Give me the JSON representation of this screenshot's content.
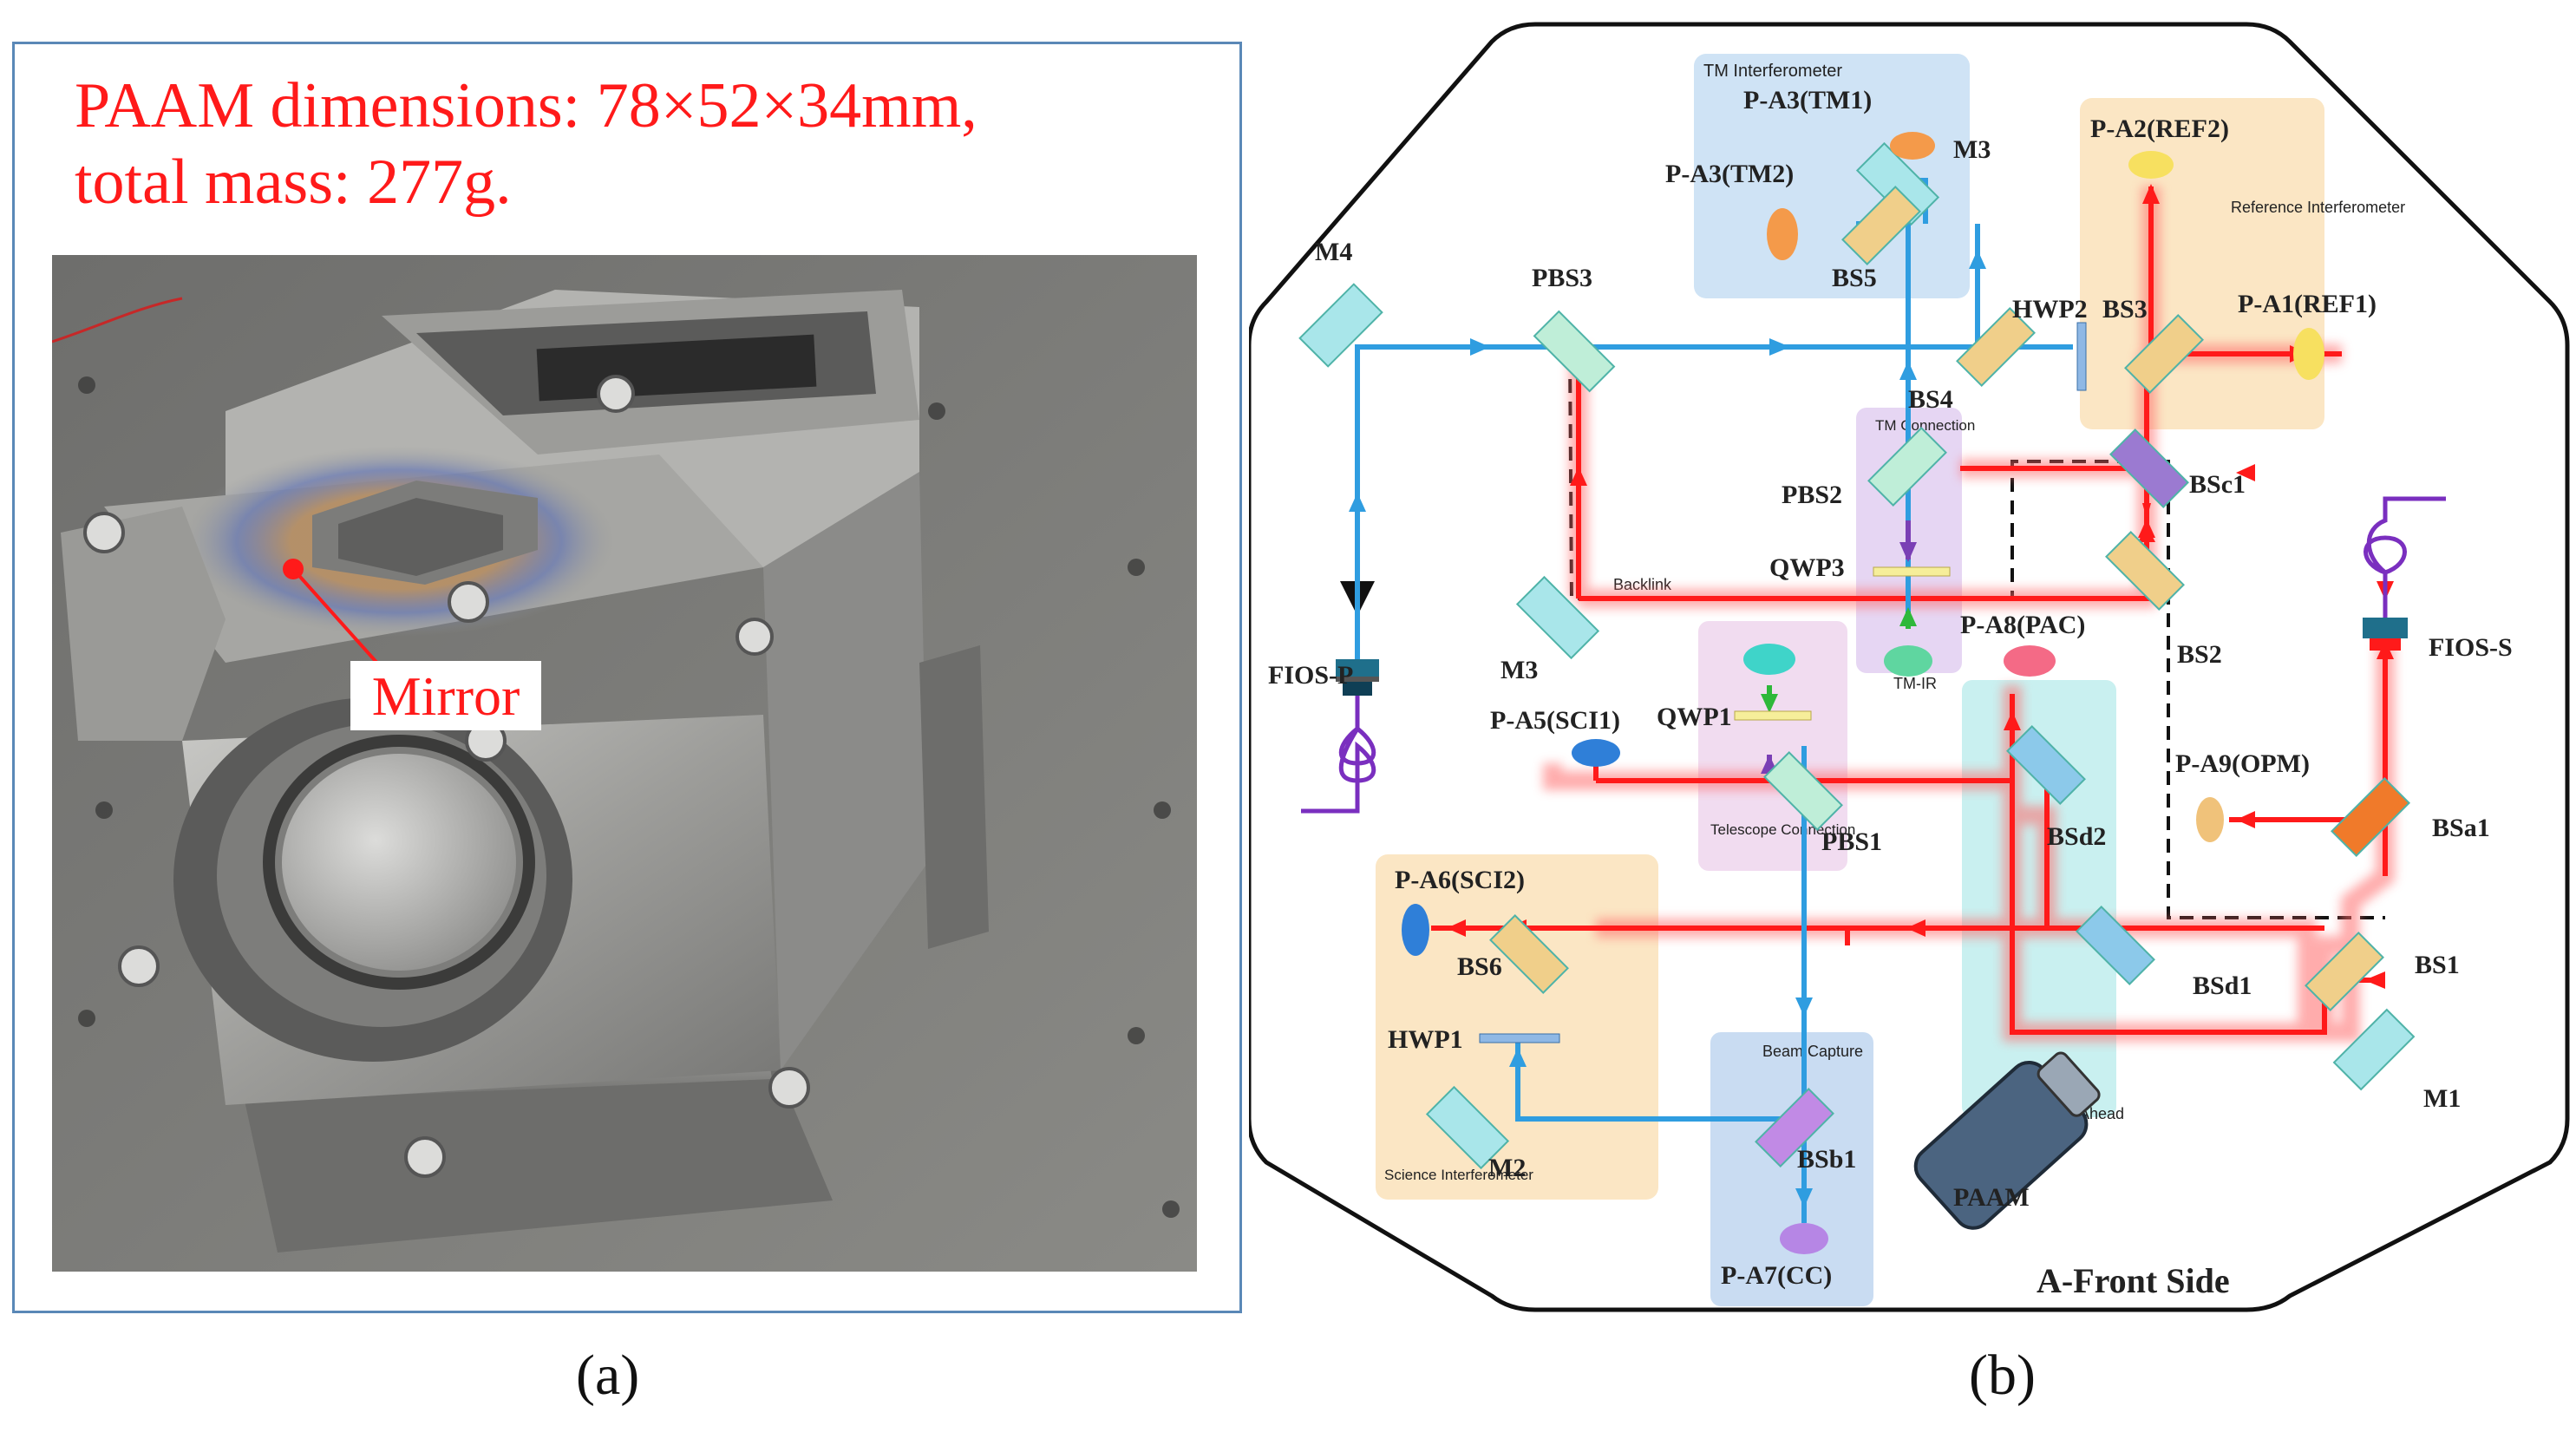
{
  "panel_a": {
    "title_line1": "PAAM dimensions: 78×52×34mm,",
    "title_line2": "total mass: 277g.",
    "mirror_label": "Mirror",
    "caption": "(a)"
  },
  "panel_b": {
    "caption": "(b)",
    "side_label": "A-Front Side",
    "regions": {
      "tm_interferometer": "TM Interferometer",
      "reference_interferometer": "Reference Interferometer",
      "tm_connection": "TM Connection",
      "telescope_connection": "Telescope Connection",
      "science_interferometer": "Science Interferometer",
      "beam_capture": "Beam Capture",
      "point_ahead": "Point-Ahead",
      "backlink": "Backlink"
    },
    "labels": {
      "pa3_tm1": "P-A3(TM1)",
      "pa3_tm2": "P-A3(TM2)",
      "m3_top": "M3",
      "bs5": "BS5",
      "pa2_ref2": "P-A2(REF2)",
      "pa1_ref1": "P-A1(REF1)",
      "hwp2": "HWP2",
      "bs3": "BS3",
      "bs4": "BS4",
      "m4": "M4",
      "pbs3": "PBS3",
      "pbs2": "PBS2",
      "bsc1": "BSc1",
      "qwp3": "QWP3",
      "bs2": "BS2",
      "fios_s": "FIOS-S",
      "fios_p": "FIOS-P",
      "m3_left": "M3",
      "tm_ir": "TM-IR",
      "pa8_pac": "P-A8(PAC)",
      "pa5_sci1": "P-A5(SCI1)",
      "qwp1": "QWP1",
      "pbs1": "PBS1",
      "bsd2": "BSd2",
      "pa9_opm": "P-A9(OPM)",
      "bsa1": "BSa1",
      "pa6_sci2": "P-A6(SCI2)",
      "bs6": "BS6",
      "bsd1": "BSd1",
      "bs1": "BS1",
      "hwp1": "HWP1",
      "m1": "M1",
      "m2": "M2",
      "bsb1": "BSb1",
      "paam": "PAAM",
      "pa7_cc": "P-A7(CC)"
    },
    "colors": {
      "red_beam": "#ff1a1a",
      "blue_beam": "#2f9de0",
      "tm_box": "#cfe3f5",
      "ref_box": "#fbe6c4",
      "sci_box": "#fbe6c4",
      "tmconn_box": "#e6d6f3",
      "tel_box": "#f1dcf0",
      "pa_box": "#c9f0f0",
      "cap_box": "#c9dcf2"
    }
  }
}
